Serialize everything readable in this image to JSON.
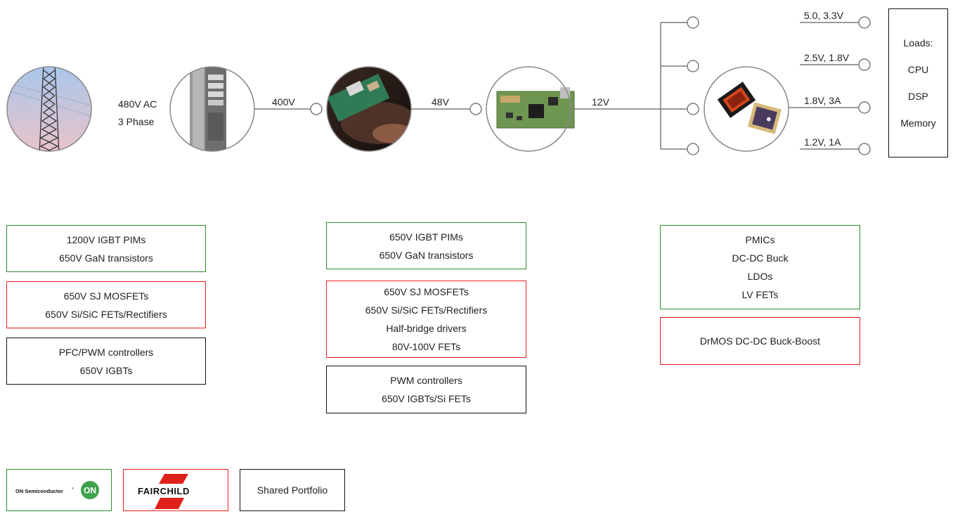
{
  "stages": {
    "grid": {
      "label1": "480V AC",
      "label2": "3 Phase"
    },
    "voltages": {
      "v400": "400V",
      "v48": "48V",
      "v12": "12V"
    },
    "outputs": [
      "5.0, 3.3V",
      "2.5V, 1.8V",
      "1.8V, 3A",
      "1.2V, 1A"
    ]
  },
  "loads": {
    "title": "Loads:",
    "items": [
      "CPU",
      "DSP",
      "Memory"
    ]
  },
  "portfolio": {
    "col1": {
      "green": [
        "1200V IGBT PIMs",
        "650V GaN transistors"
      ],
      "red": [
        "650V SJ MOSFETs",
        "650V Si/SiC FETs/Rectifiers"
      ],
      "black": [
        "PFC/PWM controllers",
        "650V IGBTs"
      ]
    },
    "col2": {
      "green": [
        "650V IGBT PIMs",
        "650V GaN transistors"
      ],
      "red": [
        "650V SJ MOSFETs",
        "650V Si/SiC FETs/Rectifiers",
        "Half-bridge drivers",
        "80V-100V FETs"
      ],
      "black": [
        "PWM controllers",
        "650V IGBTs/Si FETs"
      ]
    },
    "col3": {
      "green": [
        "PMICs",
        "DC-DC Buck",
        "LDOs",
        "LV FETs"
      ],
      "red": [
        "DrMOS DC-DC Buck-Boost"
      ]
    }
  },
  "legend": {
    "on_semi": "ON Semiconductor",
    "on_mark": "ON",
    "fairchild": "FAIRCHILD",
    "shared": "Shared Portfolio"
  },
  "colors": {
    "green": "#2e8b2e",
    "red": "#e0201b",
    "black": "#111111"
  }
}
